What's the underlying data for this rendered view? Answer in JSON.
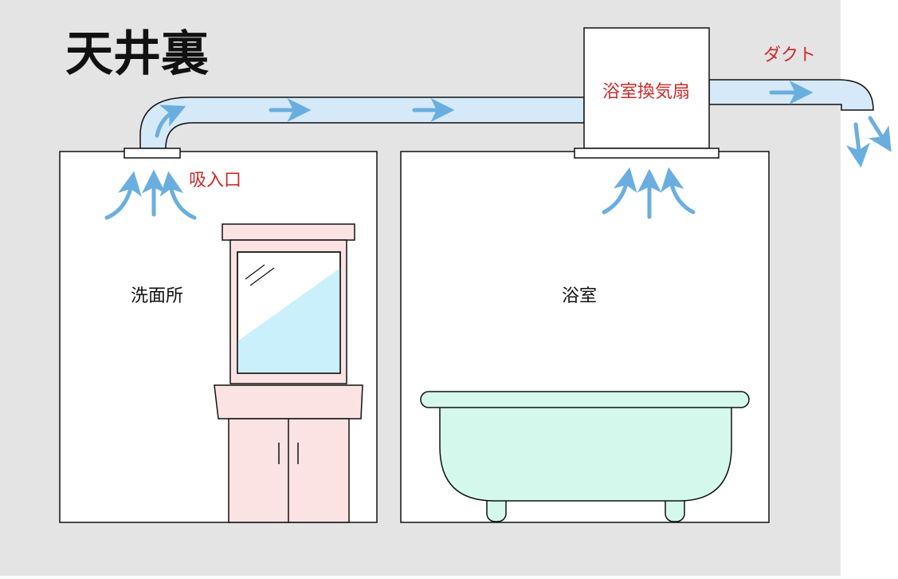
{
  "labels": {
    "attic": "天井裏",
    "fan": "浴室換気扇",
    "duct": "ダクト",
    "intake": "吸入口",
    "washroom": "洗面所",
    "bathroom": "浴室"
  },
  "colors": {
    "background": "#e4e4e4",
    "page_margin": "#ffffff",
    "duct_fill": "#d6e9f8",
    "arrow": "#6aaee0",
    "label_red": "#cc2a2a",
    "text": "#111111",
    "vanity_fill": "#fbe3e3",
    "mirror_glass": "#c9f0fb",
    "tub_fill": "#d4f8ec"
  },
  "icons": {
    "airflow": "curved-arrow-icon",
    "flow_direction": "arrow-icon",
    "exhaust": "down-arrow-icon"
  }
}
